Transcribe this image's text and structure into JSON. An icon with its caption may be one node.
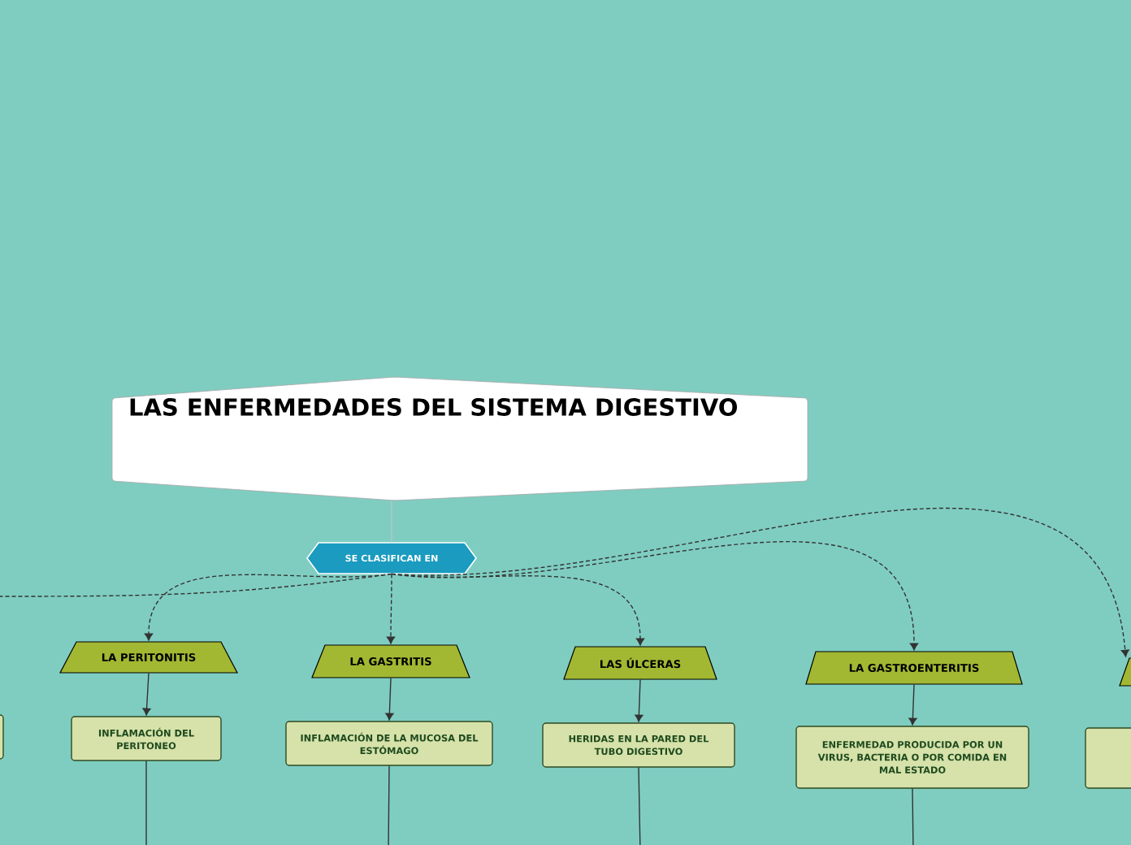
{
  "diagram": {
    "nodes": [
      {
        "text": [
          "LAS ENFERMEDADES DEL SISTEMA DIGESTIVO"
        ]
      },
      {
        "text": [
          "SE CLASIFICAN EN"
        ]
      },
      {
        "text": [],
        "shape": "box"
      },
      {
        "text": [
          "LA PERITONITIS"
        ]
      },
      {
        "text": [
          "INFLAMACIÓN DEL PERITONEO"
        ]
      },
      {
        "text": [
          "LA GASTRITIS"
        ]
      },
      {
        "text": [
          "INFLAMACIÓN DE LA MUCOSA DEL ESTÓMAGO"
        ]
      },
      {
        "text": [
          "LAS ÚLCERAS"
        ]
      },
      {
        "text": [
          "HERIDAS EN LA PARED DEL TUBO DIGESTIVO"
        ]
      },
      {
        "text": [
          "LA GASTROENTERITIS"
        ]
      },
      {
        "text": [
          "ENFERMEDAD PRODUCIDA POR UN VIRUS, BACTERIA O POR COMIDA EN MAL ESTADO"
        ]
      },
      {
        "text": [],
        "shape": "trapezoid"
      },
      {
        "text": [],
        "shape": "box"
      }
    ],
    "edges": [
      {
        "from": 0,
        "to": 1,
        "arrow": "none",
        "color": "#b4c8c4"
      },
      {
        "from": 1,
        "to": null,
        "arrow": "none",
        "style": "dashed"
      },
      {
        "from": 1,
        "to": 3,
        "arrow": "to",
        "style": "dashed"
      },
      {
        "from": 1,
        "to": 5,
        "arrow": "to",
        "style": "dashed"
      },
      {
        "from": 1,
        "to": 7,
        "arrow": "to",
        "style": "dashed"
      },
      {
        "from": 1,
        "to": 9,
        "arrow": "to",
        "style": "dashed"
      },
      {
        "from": 1,
        "to": 11,
        "arrow": "to",
        "style": "dashed"
      },
      {
        "from": 3,
        "to": 4,
        "arrow": "to"
      },
      {
        "from": 5,
        "to": 6,
        "arrow": "to"
      },
      {
        "from": 7,
        "to": 8,
        "arrow": "to"
      },
      {
        "from": 9,
        "to": 10,
        "arrow": "to"
      },
      {
        "from": 4,
        "to": null,
        "arrow": "none"
      },
      {
        "from": 6,
        "to": null,
        "arrow": "none"
      },
      {
        "from": 8,
        "to": null,
        "arrow": "none"
      },
      {
        "from": 10,
        "to": null,
        "arrow": "none"
      }
    ]
  }
}
